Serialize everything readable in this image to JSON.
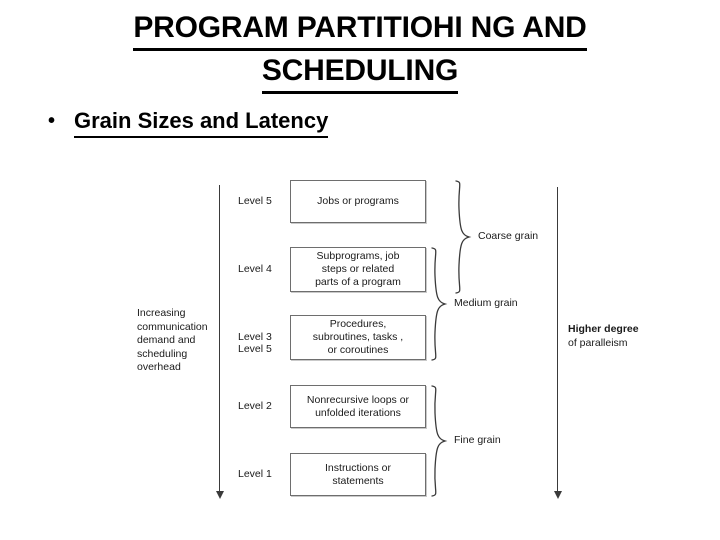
{
  "slide": {
    "title_line1": "PROGRAM PARTITIOHI NG AND",
    "title_line2": "SCHEDULING",
    "bullet_marker": "•",
    "bullet_text": "Grain Sizes and Latency"
  },
  "figure": {
    "left_axis_text": "Increasing\ncommunication\ndemand and\nscheduling\noverhead",
    "left_axis_lines": [
      "Increasing",
      "communication",
      "demand and",
      "scheduling",
      "overhead"
    ],
    "right_axis_lines": [
      "Higher degree",
      "of paralleism"
    ],
    "levels": [
      {
        "label": "Level 5",
        "text": "Jobs or programs",
        "lines": [
          "Jobs or programs"
        ]
      },
      {
        "label": "Level 4",
        "text": "Subprograms, job steps or related parts of a program",
        "lines": [
          "Subprograms, job",
          "steps or related",
          "parts of a program"
        ]
      },
      {
        "label": "Level 3",
        "text": "Procedures, subroutines, tasks, or coroutines",
        "lines": [
          "Procedures,",
          "subroutines, tasks ,",
          "or coroutines"
        ]
      },
      {
        "label": "Level 2",
        "text": "Nonrecursive loops or unfolded iterations",
        "lines": [
          "Nonrecursive loops or",
          "unfolded iterations"
        ]
      },
      {
        "label": "Level 1",
        "text": "Instructions or statements",
        "lines": [
          "Instructions or",
          "statements"
        ]
      }
    ],
    "grains": [
      {
        "label": "Coarse grain",
        "covers": [
          "Level 5",
          "Level 4"
        ]
      },
      {
        "label": "Medium grain",
        "covers": [
          "Level 4",
          "Level 3"
        ]
      },
      {
        "label": "Fine grain",
        "covers": [
          "Level 2",
          "Level 1"
        ]
      }
    ]
  },
  "colors": {
    "text": "#000000",
    "figure_text": "#1a1a1a",
    "box_border": "#6e6e6e",
    "arrow": "#3a3a3a",
    "background": "#ffffff"
  }
}
